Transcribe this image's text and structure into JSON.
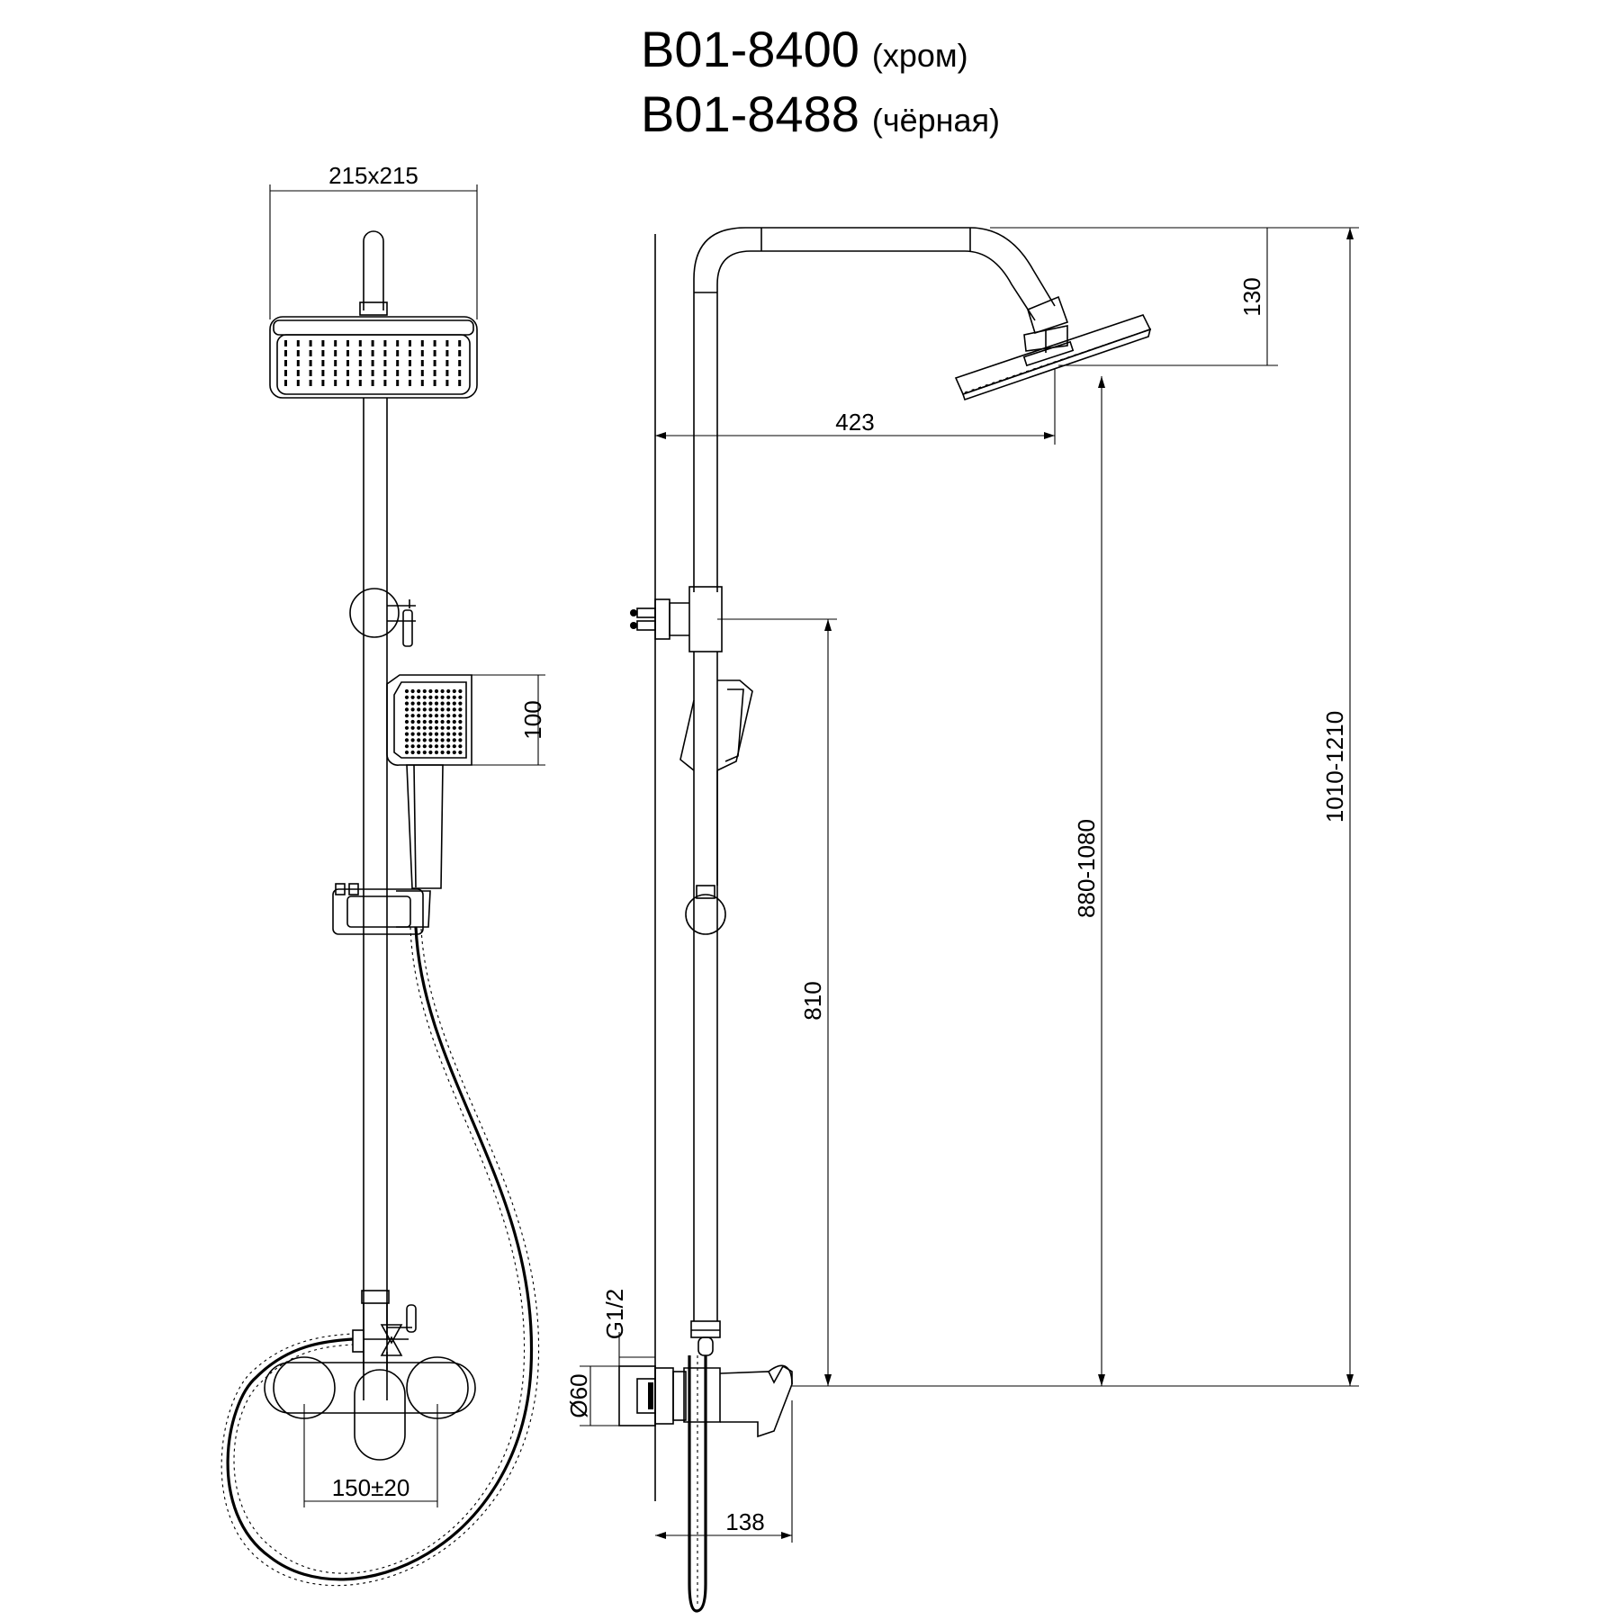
{
  "title": {
    "model_1": "B01-8400",
    "variant_1": "(хром)",
    "model_2": "B01-8488",
    "variant_2": "(чёрная)"
  },
  "front_view": {
    "rain_head_size": "215x215",
    "hand_shower_size": "100",
    "mixer_spacing": "150±20"
  },
  "side_view": {
    "arm_reach": "423",
    "head_drop": "130",
    "diverter_height": "810",
    "head_height_range": "880-1080",
    "total_height_range": "1010-1210",
    "thread_size": "G1/2",
    "flange_diameter": "Ø60",
    "mixer_depth": "138"
  },
  "colors": {
    "line": "#000000",
    "background": "#ffffff"
  }
}
